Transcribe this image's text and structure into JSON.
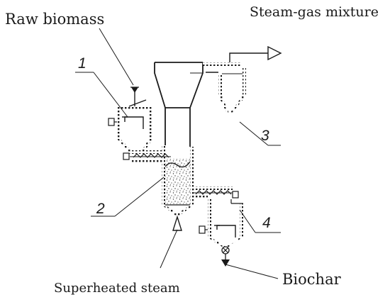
{
  "labels": {
    "raw_biomass": "Raw biomass",
    "steam_gas_mixture": "Steam-gas mixture",
    "superheated_steam": "Superheated steam",
    "biochar": "Biochar"
  },
  "numbers": {
    "n1": "1",
    "n2": "2",
    "n3": "3",
    "n4": "4"
  },
  "colors": {
    "ink": "#1a1a1a",
    "background": "#ffffff"
  }
}
